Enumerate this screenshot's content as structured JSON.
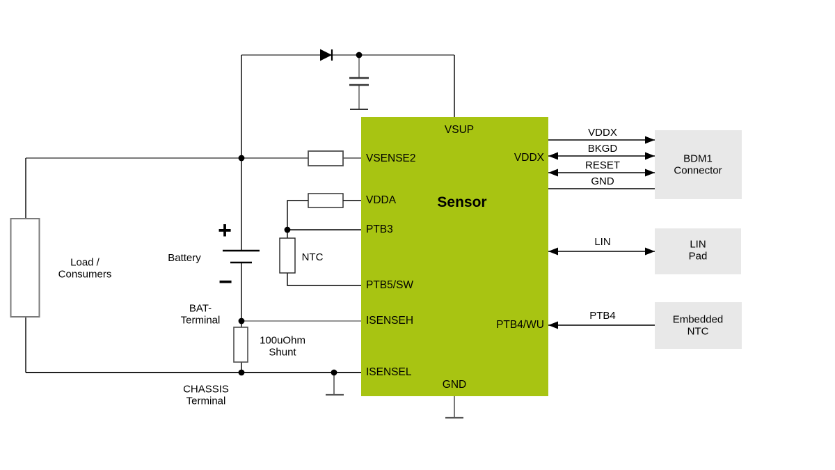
{
  "colors": {
    "sensor_fill": "#a8c412",
    "box_fill": "#e8e8e8",
    "wire_gray": "#7a7a7a"
  },
  "sensor": {
    "title": "Sensor",
    "pin_vsup": "VSUP",
    "pin_vsense2": "VSENSE2",
    "pin_vdda": "VDDA",
    "pin_ptb3": "PTB3",
    "pin_ptb5": "PTB5/SW",
    "pin_isenseh": "ISENSEH",
    "pin_isensel": "ISENSEL",
    "pin_gnd": "GND",
    "pin_vddx": "VDDX",
    "pin_ptb4wu": "PTB4/WU"
  },
  "left": {
    "load_line1": "Load /",
    "load_line2": "Consumers",
    "battery": "Battery",
    "plus": "+",
    "minus": "−",
    "bat_line1": "BAT-",
    "bat_line2": "Terminal",
    "shunt_line1": "100uOhm",
    "shunt_line2": "Shunt",
    "chassis_line1": "CHASSIS",
    "chassis_line2": "Terminal",
    "ntc": "NTC"
  },
  "right": {
    "sig_vddx": "VDDX",
    "sig_bkgd": "BKGD",
    "sig_reset": "RESET",
    "sig_gnd": "GND",
    "sig_lin": "LIN",
    "sig_ptb4": "PTB4",
    "bdm_line1": "BDM1",
    "bdm_line2": "Connector",
    "linpad_line1": "LIN",
    "linpad_line2": "Pad",
    "entc_line1": "Embedded",
    "entc_line2": "NTC"
  }
}
